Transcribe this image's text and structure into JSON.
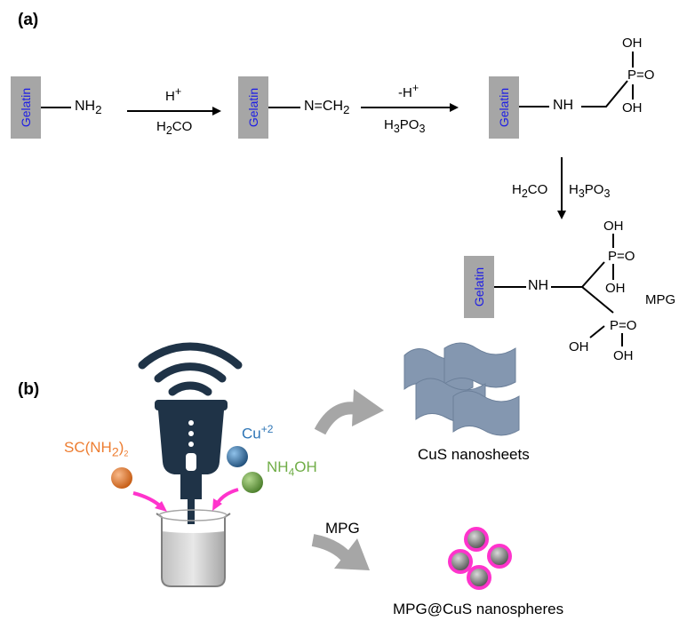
{
  "panel_a_label": "(a)",
  "panel_b_label": "(b)",
  "gelatin": "Gelatin",
  "step1": {
    "group": "NH",
    "group_sub": "2",
    "reagent_top": "H",
    "reagent_top_sup": "+",
    "reagent_bottom_pre": "H",
    "reagent_bottom_sub": "2",
    "reagent_bottom_post": "CO"
  },
  "step2": {
    "group_pre": "N=CH",
    "group_sub": "2",
    "reagent_top": "-H",
    "reagent_top_sup": "+",
    "reagent_bottom_pre": "H",
    "reagent_bottom_sub1": "3",
    "reagent_bottom_mid": "PO",
    "reagent_bottom_sub2": "3"
  },
  "step3": {
    "nh": "NH",
    "oh_top": "OH",
    "po": "P=O",
    "oh_bottom": "OH",
    "reagent1_pre": "H",
    "reagent1_sub": "2",
    "reagent1_post": "CO",
    "reagent2_pre": "H",
    "reagent2_sub1": "3",
    "reagent2_mid": "PO",
    "reagent2_sub2": "3"
  },
  "mpg": {
    "nh": "NH",
    "oh1": "OH",
    "po1": "P=O",
    "oh2": "OH",
    "po2": "P=O",
    "oh3": "OH",
    "oh4": "OH",
    "label": "MPG"
  },
  "reagents_b": {
    "sc_pre": "SC(NH",
    "sc_sub1": "2",
    "sc_post": ")",
    "sc_sub2": "2",
    "cu": "Cu",
    "cu_sup": "+2",
    "nh_pre": "NH",
    "nh_sub": "4",
    "nh_post": "OH"
  },
  "products": {
    "nanosheets": "CuS nanosheets",
    "mpg_arrow": "MPG",
    "nanospheres": "MPG@CuS nanospheres"
  },
  "colors": {
    "gelatin_box": "#a6a6a6",
    "gelatin_text": "#1b1be6",
    "probe": "#1f3347",
    "sheet": "#8497b0",
    "arrow_gray": "#a6a6a6",
    "magenta": "#ff33cc",
    "sc_orange": "#ed7d31",
    "cu_blue": "#2e75b6",
    "nh_green": "#70ad47"
  }
}
